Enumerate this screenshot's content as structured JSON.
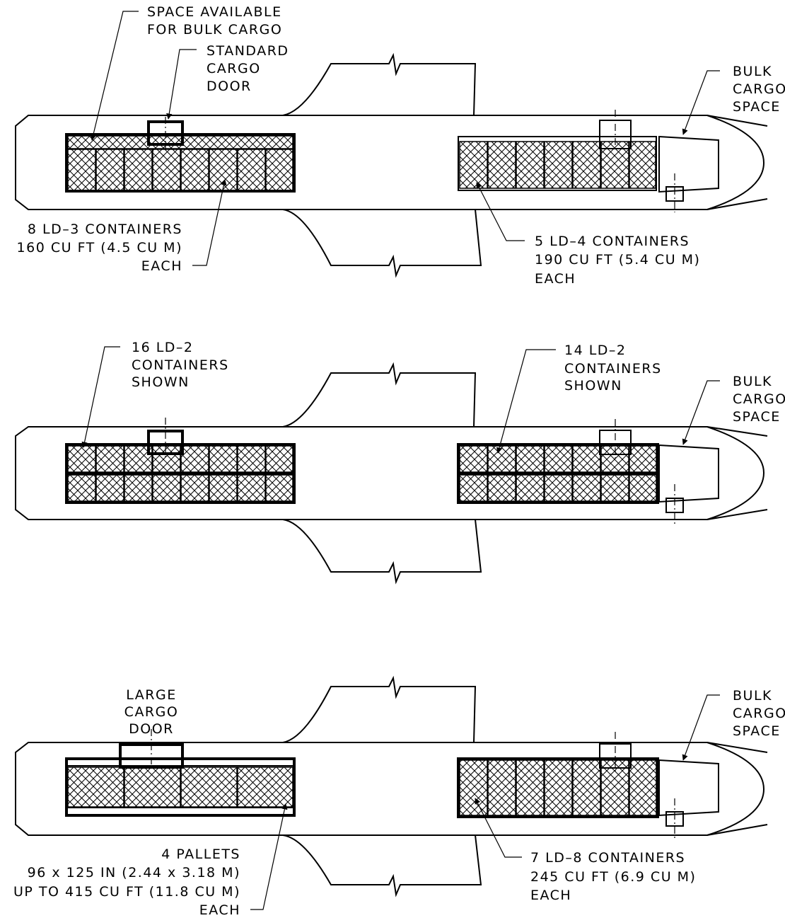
{
  "diagrams": [
    {
      "labels": {
        "bulk_space_top": [
          "SPACE AVAILABLE",
          "FOR BULK CARGO"
        ],
        "door": [
          "STANDARD",
          "CARGO",
          "DOOR"
        ],
        "bulk_cargo_space": [
          "BULK",
          "CARGO",
          "SPACE"
        ],
        "forward_hold": [
          "8 LD–3 CONTAINERS",
          "160 CU FT (4.5 CU M)",
          "EACH"
        ],
        "aft_hold": [
          "5 LD–4 CONTAINERS",
          "190 CU FT (5.4 CU M)",
          "EACH"
        ]
      }
    },
    {
      "labels": {
        "forward_hold": [
          "16 LD–2",
          "CONTAINERS",
          "SHOWN"
        ],
        "aft_hold": [
          "14 LD–2",
          "CONTAINERS",
          "SHOWN"
        ],
        "bulk_cargo_space": [
          "BULK",
          "CARGO",
          "SPACE"
        ]
      }
    },
    {
      "labels": {
        "door": [
          "LARGE",
          "CARGO",
          "DOOR"
        ],
        "bulk_cargo_space": [
          "BULK",
          "CARGO",
          "SPACE"
        ],
        "forward_hold": [
          "4 PALLETS",
          "96 x 125 IN (2.44 x 3.18 M)",
          "UP TO 415 CU FT (11.8 CU M)",
          "EACH"
        ],
        "aft_hold": [
          "7 LD–8 CONTAINERS",
          "245 CU FT (6.9 CU M)",
          "EACH"
        ]
      }
    }
  ]
}
